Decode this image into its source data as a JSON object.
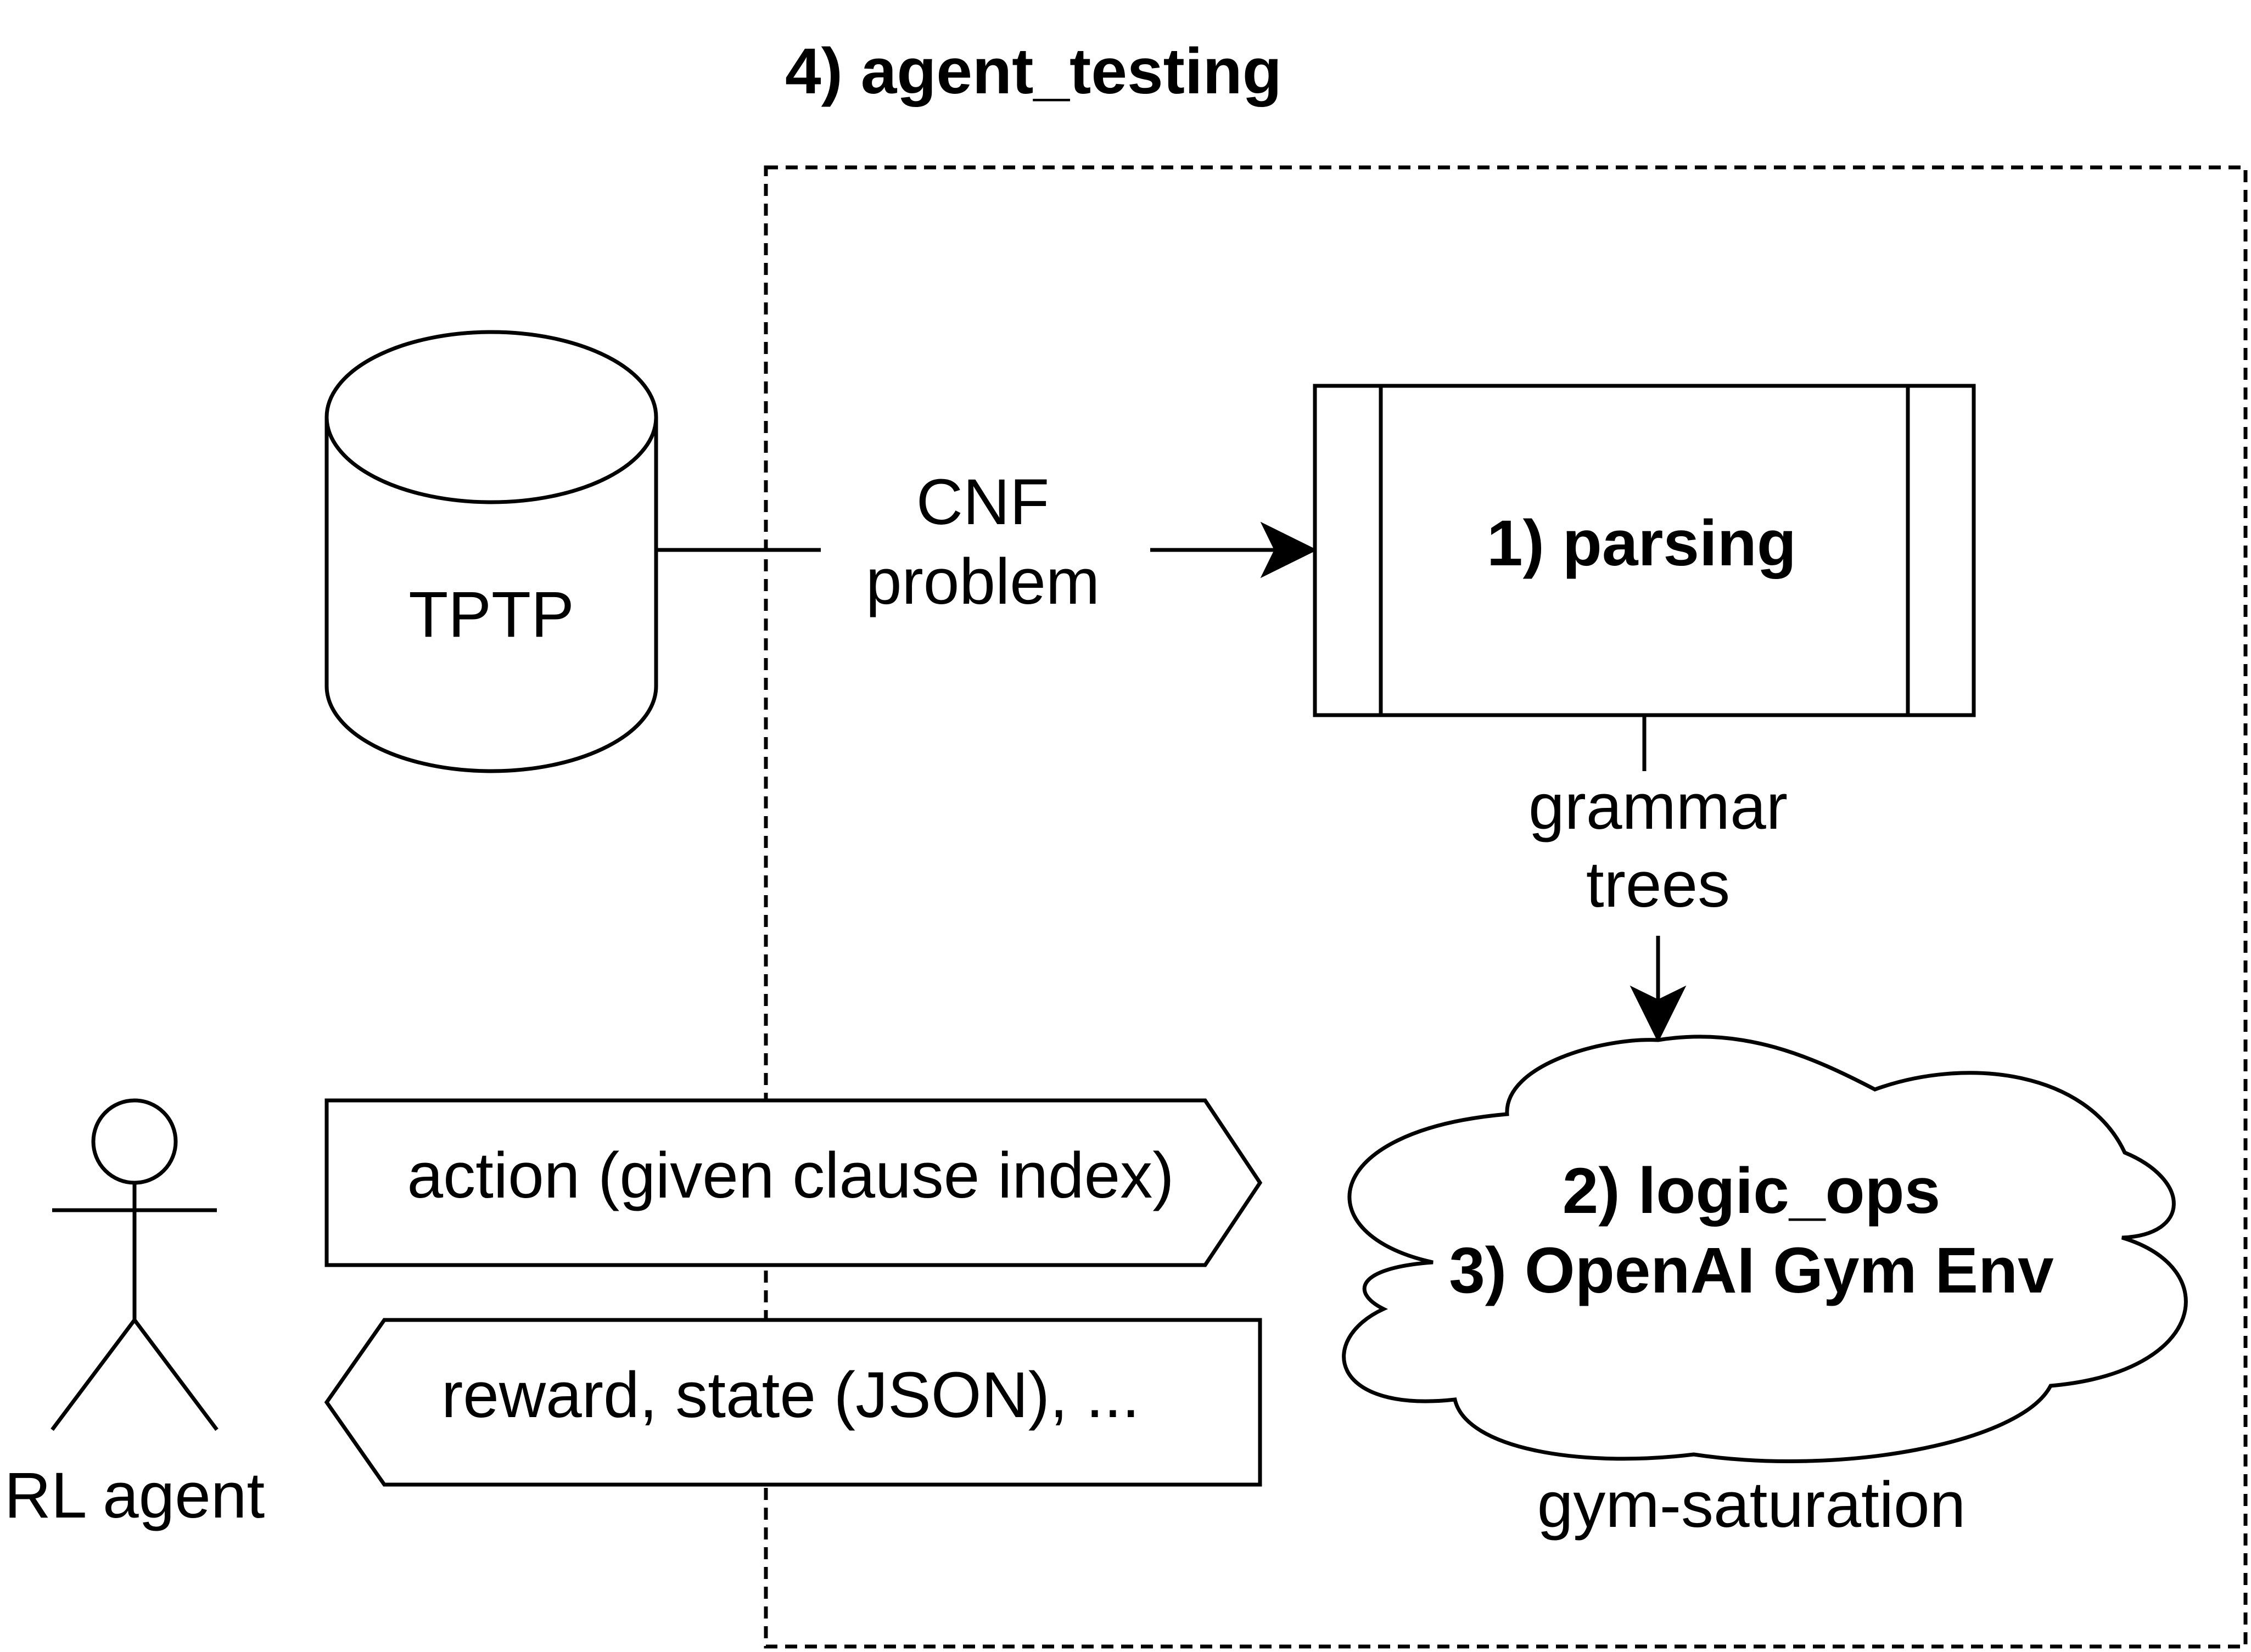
{
  "diagram": {
    "boundary_title": "4) agent_testing",
    "database_label": "TPTP",
    "edge_cnf_line1": "CNF",
    "edge_cnf_line2": "problem",
    "process_label": "1) parsing",
    "edge_grammar_line1": "grammar",
    "edge_grammar_line2": "trees",
    "cloud_line1": "2) logic_ops",
    "cloud_line2": "3) OpenAI Gym Env",
    "cloud_caption": "gym-saturation",
    "action_label": "action (given clause index)",
    "reward_label": "reward, state (JSON), ...",
    "actor_label": "RL agent"
  }
}
